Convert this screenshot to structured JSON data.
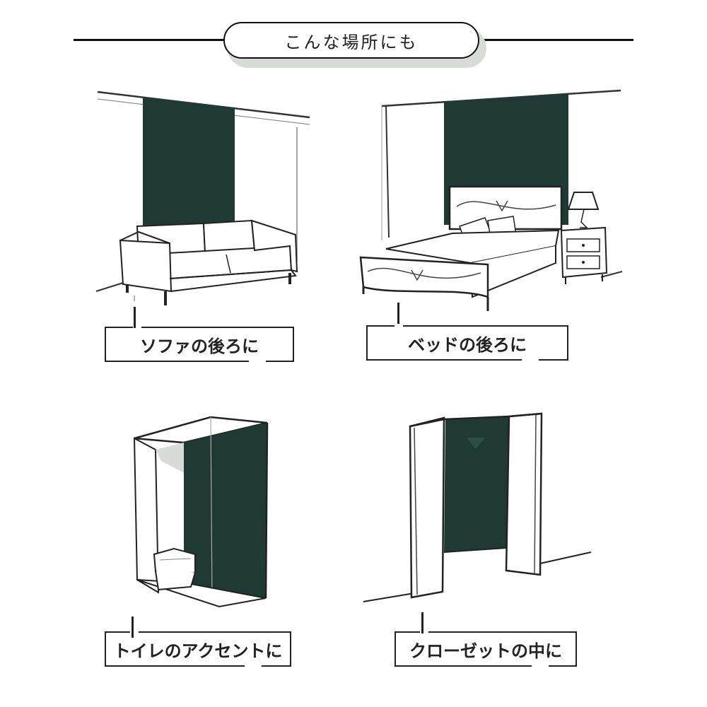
{
  "header": {
    "title": "こんな場所にも"
  },
  "colors": {
    "accent": "#1f3a33",
    "pill_shadow": "#d7ddd6",
    "line": "#111111"
  },
  "scenes": [
    {
      "label": "ソファの後ろに"
    },
    {
      "label": "ベッドの後ろに"
    },
    {
      "label": "トイレのアクセントに"
    },
    {
      "label": "クローゼットの中に"
    }
  ]
}
